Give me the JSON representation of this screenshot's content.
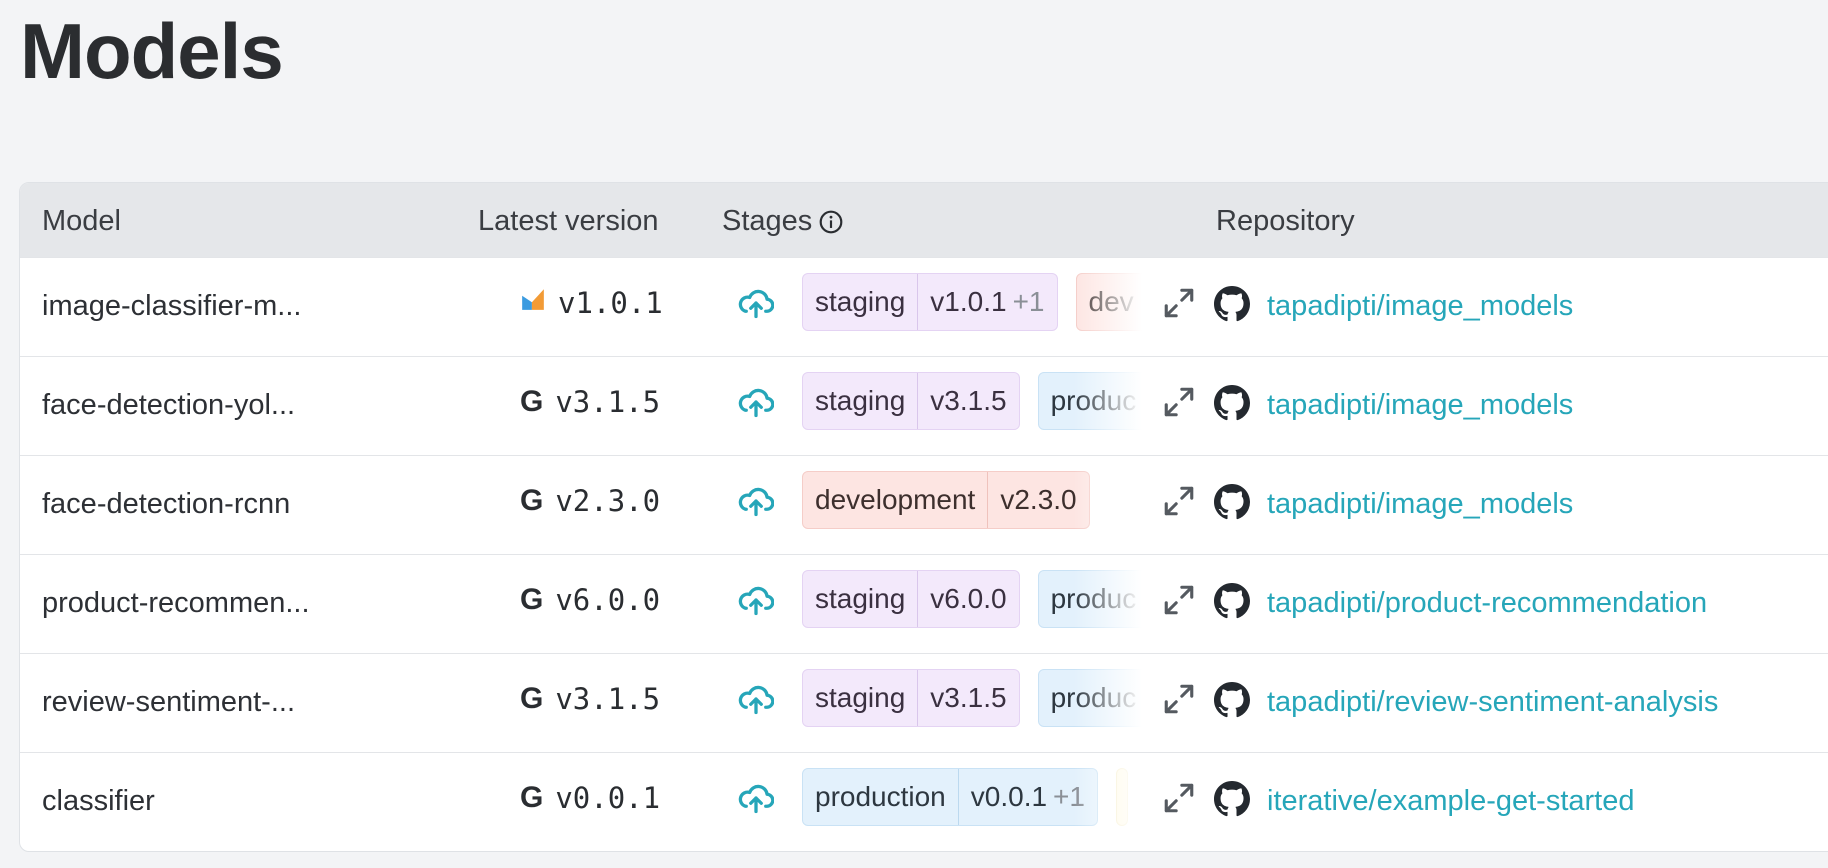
{
  "page": {
    "title": "Models"
  },
  "table": {
    "headers": {
      "model": "Model",
      "version": "Latest version",
      "stages": "Stages",
      "repository": "Repository"
    },
    "rows": [
      {
        "model": "image-classifier-m...",
        "version_icon": "gto-logo-icon",
        "version": "v1.0.1",
        "stages": [
          {
            "name": "staging",
            "version": "v1.0.1",
            "extra": "+1",
            "color": "purple"
          },
          {
            "name": "dev",
            "version": "",
            "extra": "",
            "color": "red"
          }
        ],
        "repository": "tapadipti/image_models"
      },
      {
        "model": "face-detection-yol...",
        "version_icon": "g-icon",
        "version": "v3.1.5",
        "stages": [
          {
            "name": "staging",
            "version": "v3.1.5",
            "extra": "",
            "color": "purple"
          },
          {
            "name": "produc",
            "version": "",
            "extra": "",
            "color": "blue"
          }
        ],
        "repository": "tapadipti/image_models"
      },
      {
        "model": "face-detection-rcnn",
        "version_icon": "g-icon",
        "version": "v2.3.0",
        "stages": [
          {
            "name": "development",
            "version": "v2.3.0",
            "extra": "",
            "color": "red"
          }
        ],
        "repository": "tapadipti/image_models"
      },
      {
        "model": "product-recommen...",
        "version_icon": "g-icon",
        "version": "v6.0.0",
        "stages": [
          {
            "name": "staging",
            "version": "v6.0.0",
            "extra": "",
            "color": "purple"
          },
          {
            "name": "produc",
            "version": "",
            "extra": "",
            "color": "blue"
          }
        ],
        "repository": "tapadipti/product-recommendation"
      },
      {
        "model": "review-sentiment-...",
        "version_icon": "g-icon",
        "version": "v3.1.5",
        "stages": [
          {
            "name": "staging",
            "version": "v3.1.5",
            "extra": "",
            "color": "purple"
          },
          {
            "name": "produc",
            "version": "",
            "extra": "",
            "color": "blue"
          }
        ],
        "repository": "tapadipti/review-sentiment-analysis"
      },
      {
        "model": "classifier",
        "version_icon": "g-icon",
        "version": "v0.0.1",
        "stages": [
          {
            "name": "production",
            "version": "v0.0.1",
            "extra": "+1",
            "color": "blue"
          },
          {
            "name": "",
            "version": "",
            "extra": "",
            "color": "yellow"
          }
        ],
        "repository": "iterative/example-get-started"
      }
    ]
  },
  "colors": {
    "link": "#26a6b9",
    "header_bg": "#e5e7ea",
    "page_bg": "#f3f4f6",
    "upload_icon": "#26a6b9"
  }
}
